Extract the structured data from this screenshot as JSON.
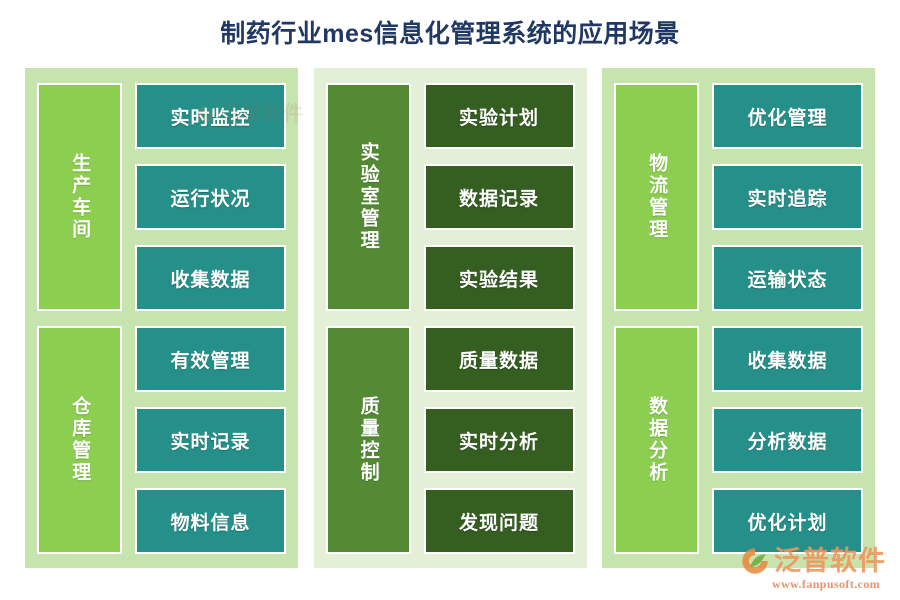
{
  "title": "制药行业mes信息化管理系统的应用场景",
  "colors": {
    "title_text": "#1F3864",
    "panel_light": "#C7E4AF",
    "panel_pale": "#E4EFD8",
    "category_green": "#8CCE4F",
    "category_dark_green": "#558A35",
    "item_teal": "#25908A",
    "item_forest": "#355E21",
    "box_border": "#FFFFFF",
    "box_text": "#FFFFFF",
    "logo_orange": "#F0955A"
  },
  "columns": [
    {
      "id": "column-1",
      "style": "light",
      "groups": [
        {
          "id": "group-production-workshop",
          "category": "生产车间",
          "items": [
            "实时监控",
            "运行状况",
            "收集数据"
          ]
        },
        {
          "id": "group-warehouse-management",
          "category": "仓库管理",
          "items": [
            "有效管理",
            "实时记录",
            "物料信息"
          ]
        }
      ]
    },
    {
      "id": "column-2",
      "style": "pale",
      "groups": [
        {
          "id": "group-laboratory-management",
          "category": "实验室管理",
          "items": [
            "实验计划",
            "数据记录",
            "实验结果"
          ]
        },
        {
          "id": "group-quality-control",
          "category": "质量控制",
          "items": [
            "质量数据",
            "实时分析",
            "发现问题"
          ]
        }
      ]
    },
    {
      "id": "column-3",
      "style": "light",
      "groups": [
        {
          "id": "group-logistics-management",
          "category": "物流管理",
          "items": [
            "优化管理",
            "实时追踪",
            "运输状态"
          ]
        },
        {
          "id": "group-data-analysis",
          "category": "数据分析",
          "items": [
            "收集数据",
            "分析数据",
            "优化计划"
          ]
        }
      ]
    }
  ],
  "logo": {
    "name": "泛普软件",
    "url": "www.fanpusoft.com",
    "icon": "fanpu-swoosh-logo-icon"
  }
}
